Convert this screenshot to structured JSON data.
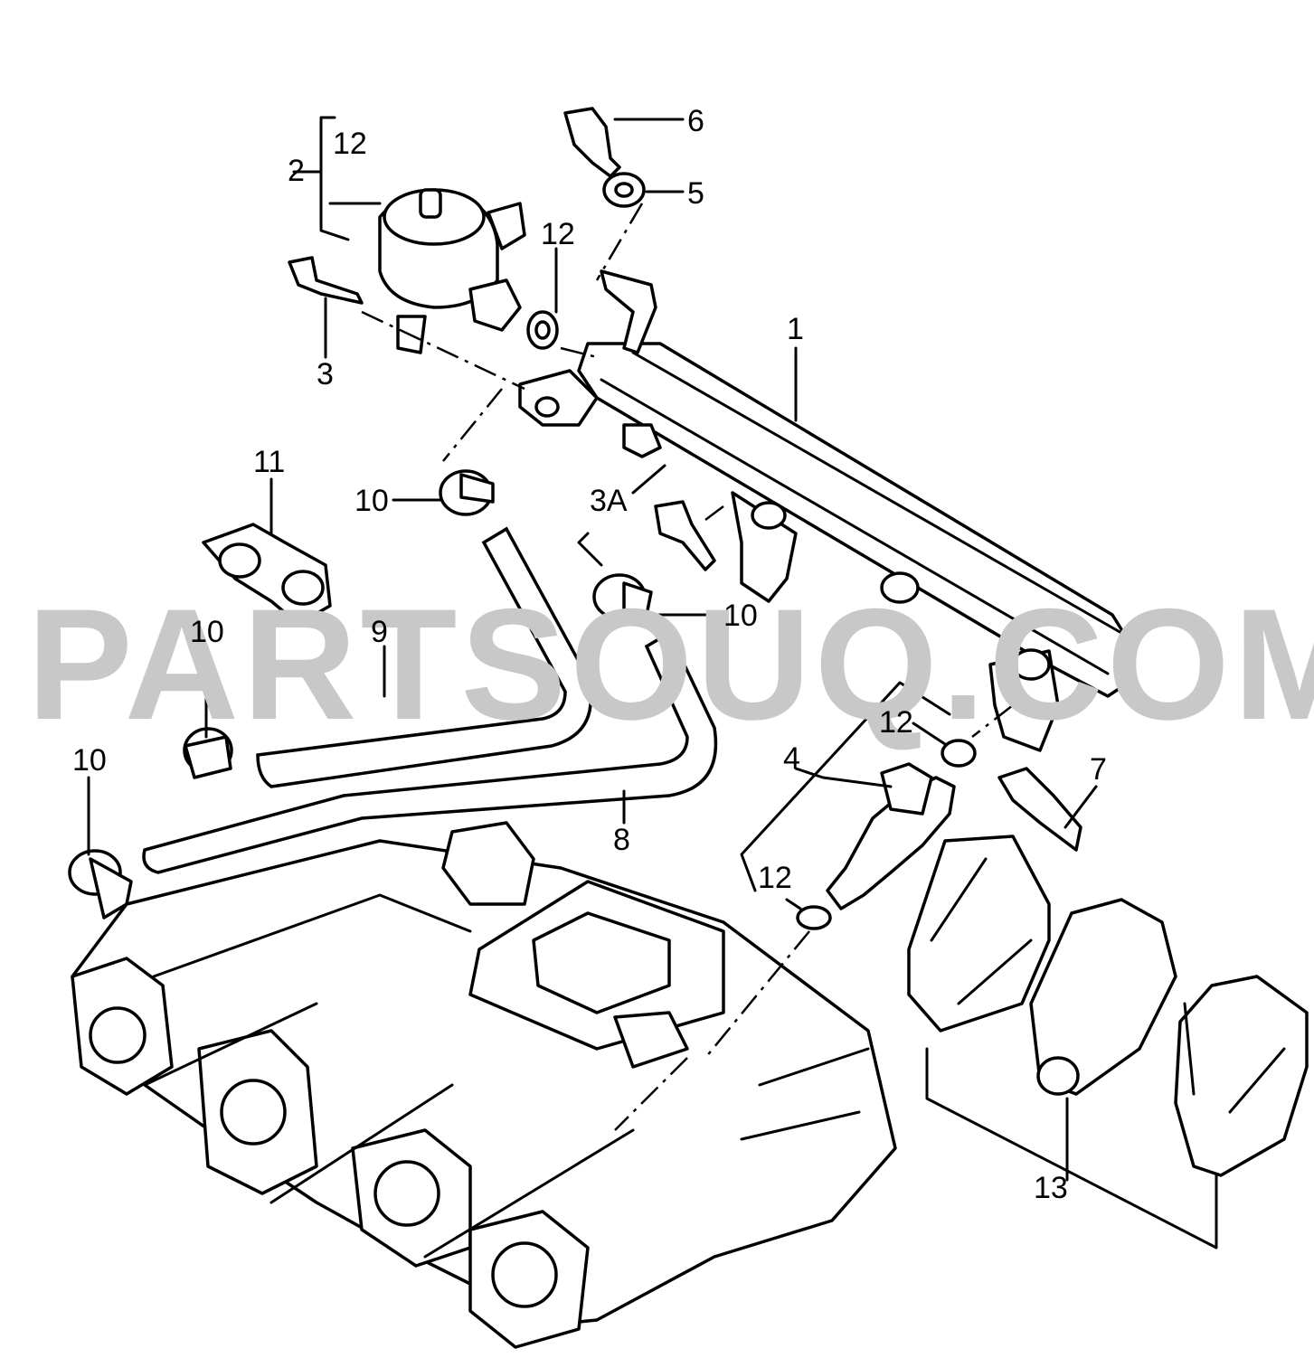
{
  "watermark": "PARTSOUQ.COM",
  "callouts": {
    "c1": "1",
    "c2": "2",
    "c3": "3",
    "c3a": "3A",
    "c4": "4",
    "c5": "5",
    "c6": "6",
    "c7": "7",
    "c8": "8",
    "c9": "9",
    "c10a": "10",
    "c10b": "10",
    "c10c": "10",
    "c10d": "10",
    "c11": "11",
    "c12a": "12",
    "c12b": "12",
    "c12c": "12",
    "c12d": "12",
    "c13": "13"
  },
  "colors": {
    "line": "#000000",
    "watermark": "#c8c8c8",
    "background": "#ffffff"
  }
}
